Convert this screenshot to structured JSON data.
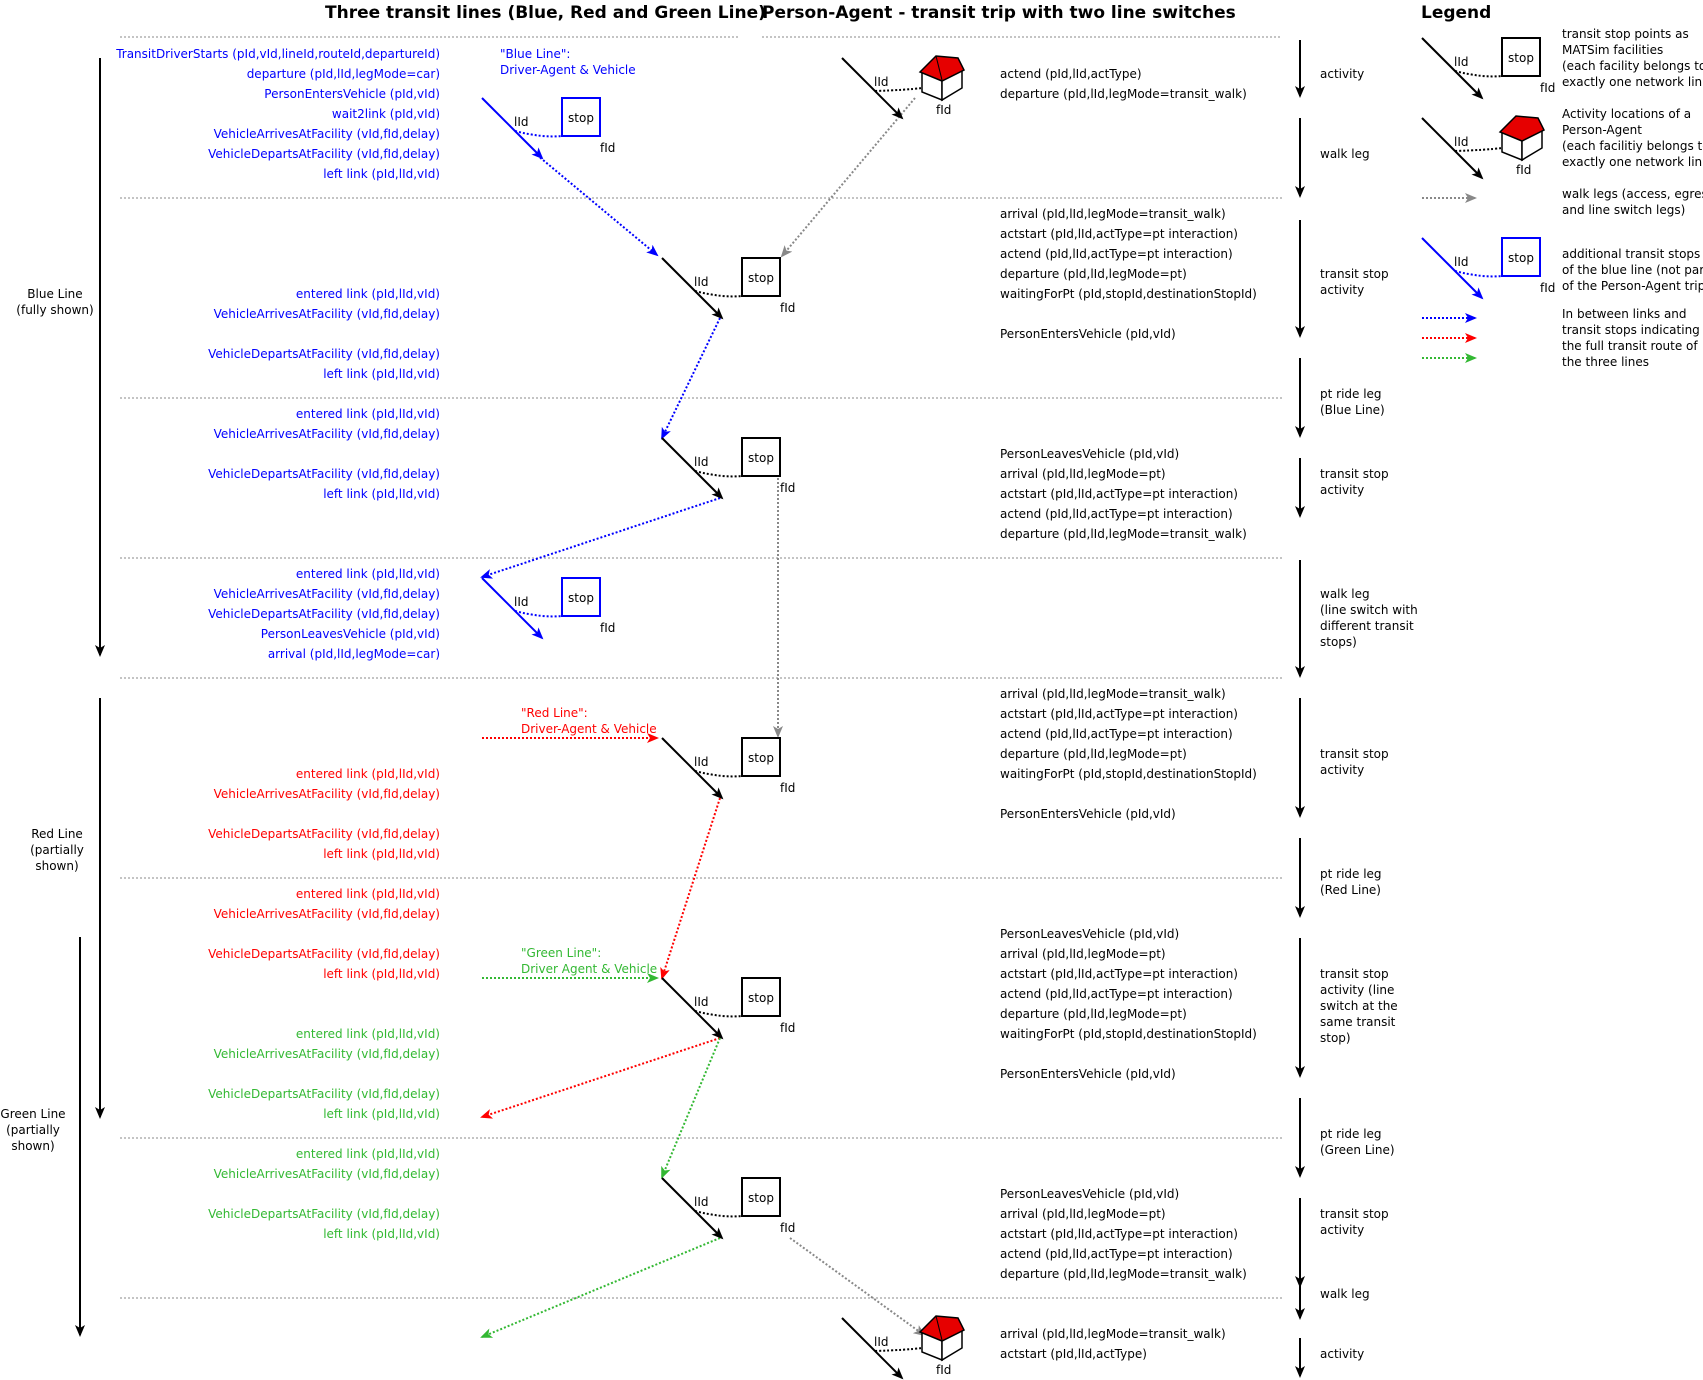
{
  "headers": {
    "transit": "Three transit lines (Blue, Red and Green Line)",
    "agent": "Person-Agent - transit trip with two line switches",
    "legend": "Legend"
  },
  "colors": {
    "blue": "#0000ff",
    "red": "#ff0000",
    "green": "#33b833",
    "gray": "#888888",
    "black": "#000000",
    "house_roof": "#e60000"
  },
  "left_labels": {
    "blue": [
      "Blue Line",
      "(fully shown)"
    ],
    "red": [
      "Red Line",
      "(partially",
      "shown)"
    ],
    "green": [
      "Green Line",
      "(partially",
      "shown)"
    ]
  },
  "line_names": {
    "blue": [
      "\"Blue Line\":",
      "Driver-Agent & Vehicle"
    ],
    "red": [
      "\"Red Line\":",
      "Driver-Agent & Vehicle"
    ],
    "green": [
      "\"Green Line\":",
      "Driver Agent & Vehicle"
    ]
  },
  "labels": {
    "stop": "stop",
    "link_id": "lId",
    "facility_id": "fId"
  },
  "transit_events": {
    "blue_start": [
      "TransitDriverStarts (pId,vId,lineId,routeId,departureId)",
      "departure (pId,lId,legMode=car)",
      "PersonEntersVehicle (pId,vId)",
      "wait2link (pId,vId)",
      "VehicleArrivesAtFacility (vId,fId,delay)",
      "VehicleDepartsAtFacility (vId,fId,delay)",
      "left link (pId,lId,vId)"
    ],
    "blue_stop2": [
      "entered link (pId,lId,vId)",
      "VehicleArrivesAtFacility (vId,fId,delay)",
      "",
      "VehicleDepartsAtFacility (vId,fId,delay)",
      "left link (pId,lId,vId)"
    ],
    "blue_stop3": [
      "entered link (pId,lId,vId)",
      "VehicleArrivesAtFacility (vId,fId,delay)",
      "",
      "VehicleDepartsAtFacility (vId,fId,delay)",
      "left link (pId,lId,vId)"
    ],
    "blue_end": [
      "entered link (pId,lId,vId)",
      "VehicleArrivesAtFacility (vId,fId,delay)",
      "VehicleDepartsAtFacility (vId,fId,delay)",
      "PersonLeavesVehicle (pId,vId)",
      "arrival (pId,lId,legMode=car)"
    ],
    "red_stop1": [
      "entered link (pId,lId,vId)",
      "VehicleArrivesAtFacility (vId,fId,delay)",
      "",
      "VehicleDepartsAtFacility (vId,fId,delay)",
      "left link (pId,lId,vId)"
    ],
    "red_stop2": [
      "entered link (pId,lId,vId)",
      "VehicleArrivesAtFacility (vId,fId,delay)",
      "",
      "VehicleDepartsAtFacility (vId,fId,delay)",
      "left link (pId,lId,vId)"
    ],
    "green_stop1": [
      "entered link (pId,lId,vId)",
      "VehicleArrivesAtFacility (vId,fId,delay)",
      "",
      "VehicleDepartsAtFacility (vId,fId,delay)",
      "left link (pId,lId,vId)"
    ],
    "green_stop2": [
      "entered link (pId,lId,vId)",
      "VehicleArrivesAtFacility (vId,fId,delay)",
      "",
      "VehicleDepartsAtFacility (vId,fId,delay)",
      "left link (pId,lId,vId)"
    ]
  },
  "agent_events": {
    "a1": [
      "actend (pId,lId,actType)",
      "departure (pId,lId,legMode=transit_walk)"
    ],
    "a2": [
      "arrival (pId,lId,legMode=transit_walk)",
      "actstart (pId,lId,actType=pt interaction)",
      "actend (pId,lId,actType=pt interaction)",
      "departure (pId,lId,legMode=pt)",
      "waitingForPt (pId,stopId,destinationStopId)",
      "",
      "PersonEntersVehicle (pId,vId)"
    ],
    "a3": [
      "PersonLeavesVehicle (pId,vId)",
      "arrival (pId,lId,legMode=pt)",
      "actstart (pId,lId,actType=pt interaction)",
      "actend (pId,lId,actType=pt interaction)",
      "departure (pId,lId,legMode=transit_walk)"
    ],
    "a4": [
      "arrival (pId,lId,legMode=transit_walk)",
      "actstart (pId,lId,actType=pt interaction)",
      "actend (pId,lId,actType=pt interaction)",
      "departure (pId,lId,legMode=pt)",
      "waitingForPt (pId,stopId,destinationStopId)",
      "",
      "PersonEntersVehicle (pId,vId)"
    ],
    "a5": [
      "PersonLeavesVehicle (pId,vId)",
      "arrival (pId,lId,legMode=pt)",
      "actstart (pId,lId,actType=pt interaction)",
      "actend (pId,lId,actType=pt interaction)",
      "departure (pId,lId,legMode=pt)",
      "waitingForPt (pId,stopId,destinationStopId)",
      "",
      "PersonEntersVehicle (pId,vId)"
    ],
    "a6": [
      "PersonLeavesVehicle (pId,vId)",
      "arrival (pId,lId,legMode=pt)",
      "actstart (pId,lId,actType=pt interaction)",
      "actend (pId,lId,actType=pt interaction)",
      "departure (pId,lId,legMode=transit_walk)"
    ],
    "a7": [
      "arrival (pId,lId,legMode=transit_walk)",
      "actstart (pId,lId,actType)"
    ]
  },
  "phases": {
    "p1": [
      "activity"
    ],
    "p2": [
      "walk leg"
    ],
    "p3": [
      "transit stop",
      "activity"
    ],
    "p4": [
      "pt ride leg",
      "(Blue Line)"
    ],
    "p5": [
      "transit stop",
      "activity"
    ],
    "p6": [
      "walk leg",
      "(line switch with",
      "different transit",
      "stops)"
    ],
    "p7": [
      "transit stop",
      "activity"
    ],
    "p8": [
      "pt ride leg",
      "(Red Line)"
    ],
    "p9": [
      "transit stop",
      "activity (line",
      "switch at the",
      "same transit",
      "stop)"
    ],
    "p10": [
      "pt ride leg",
      "(Green Line)"
    ],
    "p11": [
      "transit stop",
      "activity"
    ],
    "p12": [
      "walk leg"
    ],
    "p13": [
      "activity"
    ]
  },
  "legend": {
    "l1": [
      "transit stop points as",
      "MATSim facilities",
      "(each facility belongs to",
      "exactly one network link)"
    ],
    "l2": [
      "Activity locations of a",
      "Person-Agent",
      "(each facilitiy belongs to",
      "exactly one network link)"
    ],
    "l3": [
      "walk legs (access, egress",
      "and line switch legs)"
    ],
    "l4": [
      "additional transit stops",
      "of the blue line (not part",
      "of the Person-Agent trip)"
    ],
    "l5": [
      "In between links and",
      "transit stops indicating",
      "the full transit route of",
      "the three lines"
    ]
  }
}
